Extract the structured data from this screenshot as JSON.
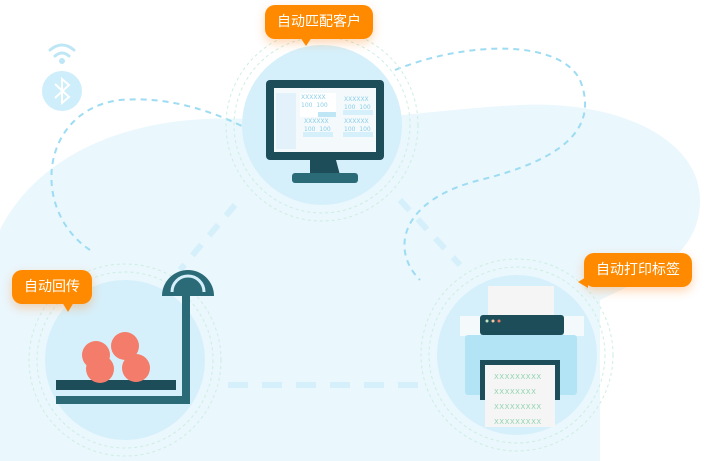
{
  "labels": {
    "match_customer": "自动匹配客户",
    "auto_return": "自动回传",
    "auto_print": "自动打印标签"
  },
  "monitor_screen": {
    "card_title": "XXXXXX",
    "card_values": [
      "100",
      "100"
    ]
  },
  "printed_label_lines": [
    "XXXXXXXXX",
    "XXXXXXXX",
    "XXXXXXXXX",
    "XXXXXXXXX"
  ],
  "colors": {
    "accent": "#ff8a00",
    "dark": "#1e4d5a",
    "light_blue": "#d6f0fb"
  }
}
